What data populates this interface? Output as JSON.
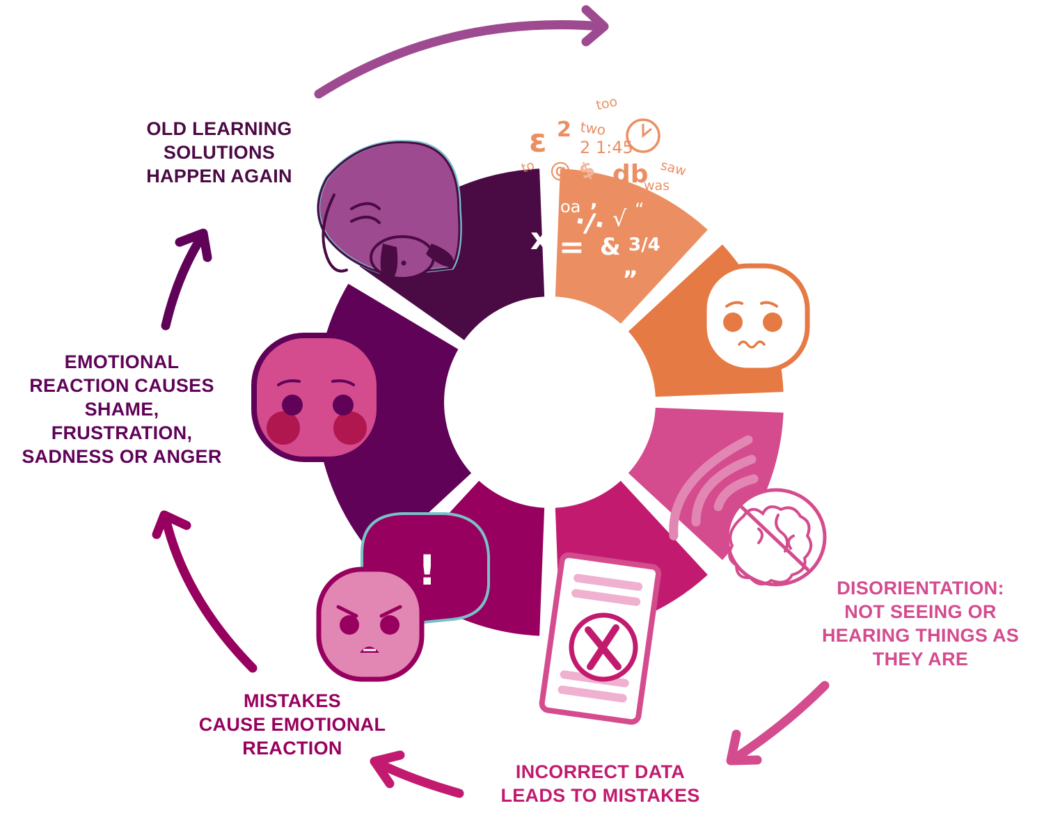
{
  "colors": {
    "dark_purple": "#4a0a44",
    "purple": "#5f0258",
    "magenta_dark": "#97005e",
    "magenta": "#c21a6e",
    "pink": "#d44b8e",
    "orange": "#e67a44",
    "orange_light": "#eb8f62",
    "arrow_purple": "#9e4a91"
  },
  "labels": {
    "old_learning": [
      "OLD LEARNING",
      "SOLUTIONS",
      "HAPPEN AGAIN"
    ],
    "emotional_reaction": [
      "EMOTIONAL",
      "REACTION CAUSES",
      "SHAME,",
      "FRUSTRATION,",
      "SADNESS OR ANGER"
    ],
    "mistakes": [
      "MISTAKES",
      "CAUSE EMOTIONAL",
      "REACTION"
    ],
    "incorrect_data": [
      "INCORRECT DATA",
      "LEADS TO MISTAKES"
    ],
    "disorientation": [
      "DISORIENTATION:",
      "NOT SEEING OR",
      "HEARING THINGS AS",
      "THEY ARE"
    ]
  },
  "scrambled_symbols": {
    "too": "too",
    "two": "two",
    "epsilon": "ε",
    "squared": "2",
    "time": "2 1:45",
    "to": "to",
    "at": "@",
    "dollar": "$",
    "db": "db",
    "saw": "saw",
    "was": "was",
    "question": "¿",
    "scribble": "oa",
    "comma": ",",
    "x": "x",
    "equals": "=",
    "divide": "·/·",
    "sqrt": "√",
    "quote_open": "“",
    "ampersand": "&",
    "three_quarters": "3/4",
    "quote_close": "„",
    "exclamation": "!"
  },
  "icons": {
    "dog": "sleeping-dog-icon",
    "worried_face": "worried-face-icon",
    "brain": "brain-icon",
    "soundwave": "soundwave-icon",
    "document": "rejected-document-icon",
    "x_mark": "x-circle-icon",
    "angry_face": "angry-face-icon",
    "sad_face": "sad-face-icon",
    "speech_bubble": "speech-bubble-icon",
    "clock": "clock-icon"
  }
}
